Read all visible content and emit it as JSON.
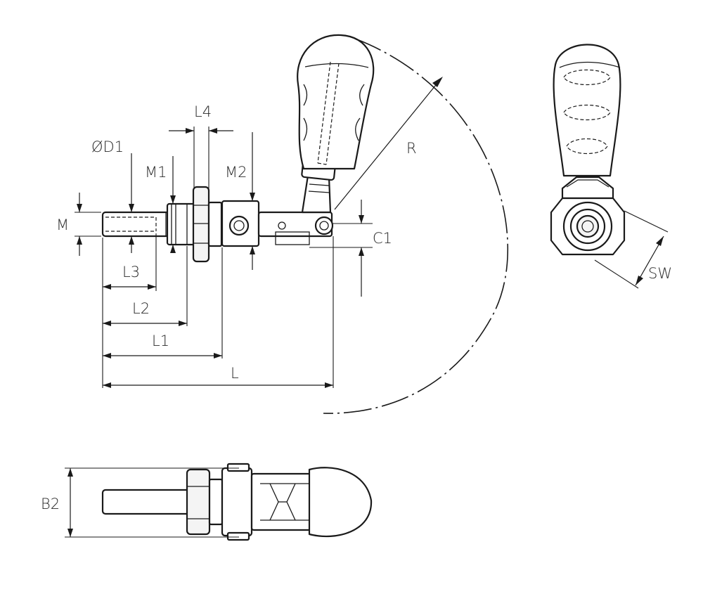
{
  "labels": {
    "d1": "ØD1",
    "m": "M",
    "m1": "M1",
    "m2": "M2",
    "l4": "L4",
    "l3": "L3",
    "l2": "L2",
    "l1": "L1",
    "l": "L",
    "c1": "C1",
    "r": "R",
    "sw": "SW",
    "b2": "B2"
  },
  "colors": {
    "line": "#1a1a1a",
    "text": "#2a2a2a",
    "background": "#ffffff"
  }
}
